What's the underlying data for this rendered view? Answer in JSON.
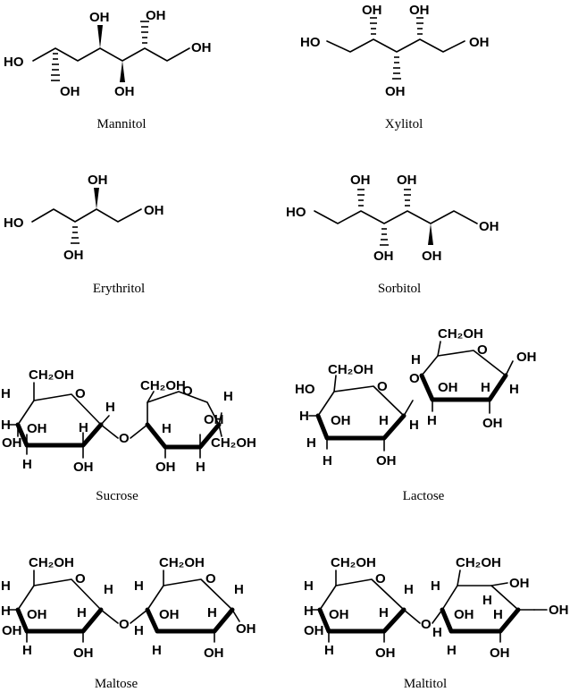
{
  "captions": {
    "mannitol": "Mannitol",
    "xylitol": "Xylitol",
    "erythritol": "Erythritol",
    "sorbitol": "Sorbitol",
    "sucrose": "Sucrose",
    "lactose": "Lactose",
    "maltose": "Maltose",
    "maltitol": "Maltitol"
  },
  "atoms": {
    "ho": "HO",
    "oh": "OH",
    "h": "H",
    "o": "O",
    "ch2oh": "CH₂OH"
  }
}
